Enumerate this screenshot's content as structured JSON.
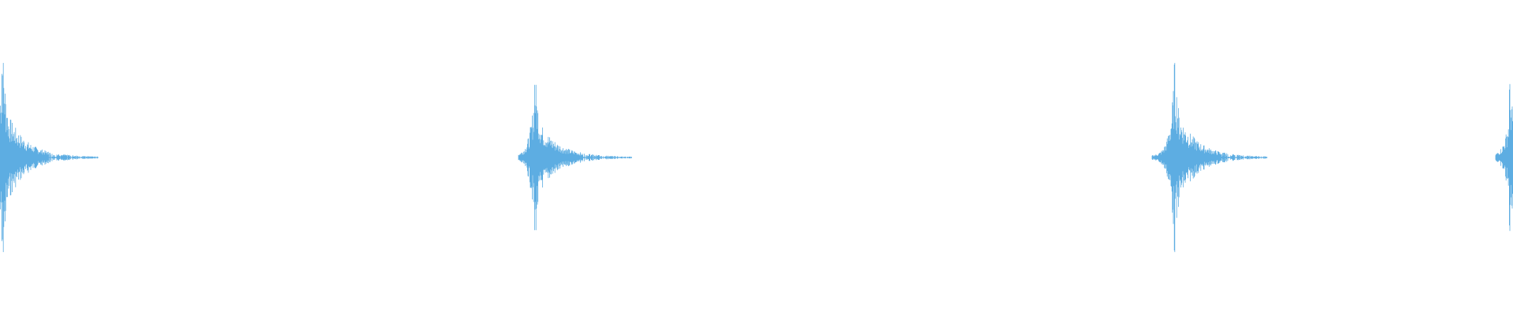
{
  "waveform": {
    "color": "#5dade2",
    "bursts": [
      {
        "id": 1,
        "peak": 0.84,
        "level": 0.95
      },
      {
        "id": 2,
        "peak": 0.6,
        "level": 0.7
      },
      {
        "id": 3,
        "peak": 0.64,
        "level": 0.85
      },
      {
        "id": 4,
        "peak": 0.52,
        "level": 0.45
      }
    ]
  }
}
